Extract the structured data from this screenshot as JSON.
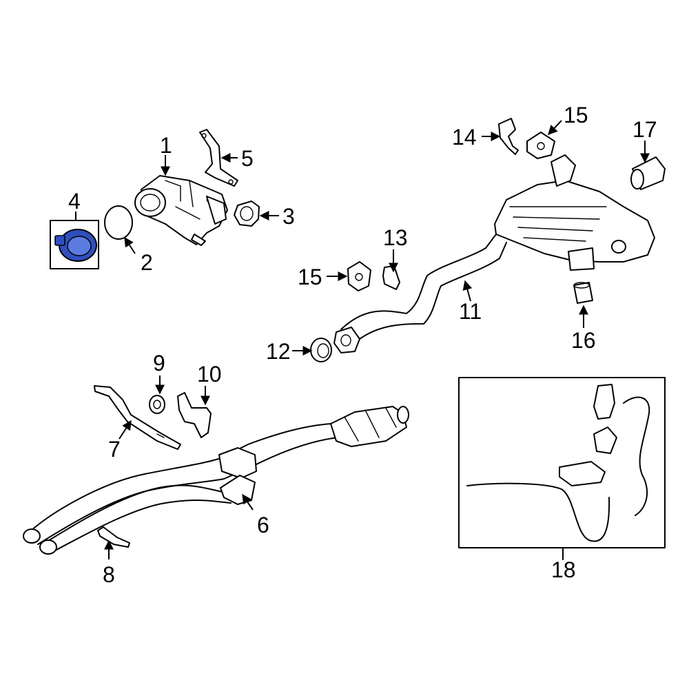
{
  "diagram": {
    "callouts": [
      {
        "id": "1",
        "text": "1"
      },
      {
        "id": "2",
        "text": "2"
      },
      {
        "id": "3",
        "text": "3"
      },
      {
        "id": "4",
        "text": "4"
      },
      {
        "id": "5",
        "text": "5"
      },
      {
        "id": "6",
        "text": "6"
      },
      {
        "id": "7",
        "text": "7"
      },
      {
        "id": "8",
        "text": "8"
      },
      {
        "id": "9",
        "text": "9"
      },
      {
        "id": "10",
        "text": "10"
      },
      {
        "id": "11",
        "text": "11"
      },
      {
        "id": "12",
        "text": "12"
      },
      {
        "id": "13",
        "text": "13"
      },
      {
        "id": "14",
        "text": "14"
      },
      {
        "id": "15a",
        "text": "15"
      },
      {
        "id": "15b",
        "text": "15"
      },
      {
        "id": "16",
        "text": "16"
      },
      {
        "id": "17",
        "text": "17"
      },
      {
        "id": "18",
        "text": "18"
      }
    ],
    "highlight_color": "#2f4fbf",
    "highlighted_part": "4"
  }
}
